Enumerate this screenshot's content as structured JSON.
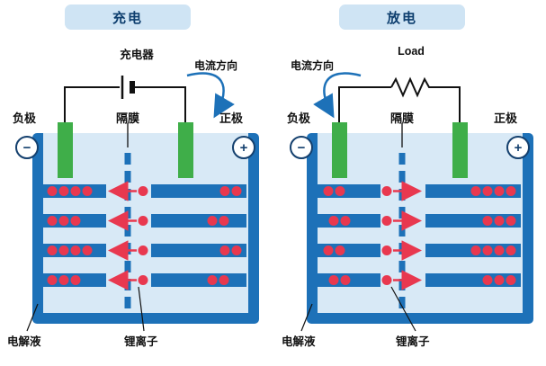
{
  "diagram_title": "Lithium-ion battery charge / discharge diagram",
  "colors": {
    "container_blue": "#1d71b8",
    "electrolyte_blue": "#d8e9f6",
    "plate_blue": "#1d71b8",
    "electrode_green": "#3fae49",
    "ion_red": "#e8384f",
    "title_pill_bg": "#cfe4f4",
    "title_text": "#0d3e6e",
    "wire_black": "#111111",
    "terminal_navy": "#14406e"
  },
  "charge": {
    "title": "充电",
    "source_label": "充电器",
    "current_label": "电流方向",
    "negative": "负极",
    "separator": "隔膜",
    "positive": "正极",
    "electrolyte": "电解液",
    "lithium_ion": "锂离子",
    "minus_symbol": "−",
    "plus_symbol": "+"
  },
  "discharge": {
    "title": "放电",
    "source_label": "Load",
    "current_label": "电流方向",
    "negative": "负极",
    "separator": "隔膜",
    "positive": "正极",
    "electrolyte": "电解液",
    "lithium_ion": "锂离子",
    "minus_symbol": "−",
    "plus_symbol": "+"
  }
}
